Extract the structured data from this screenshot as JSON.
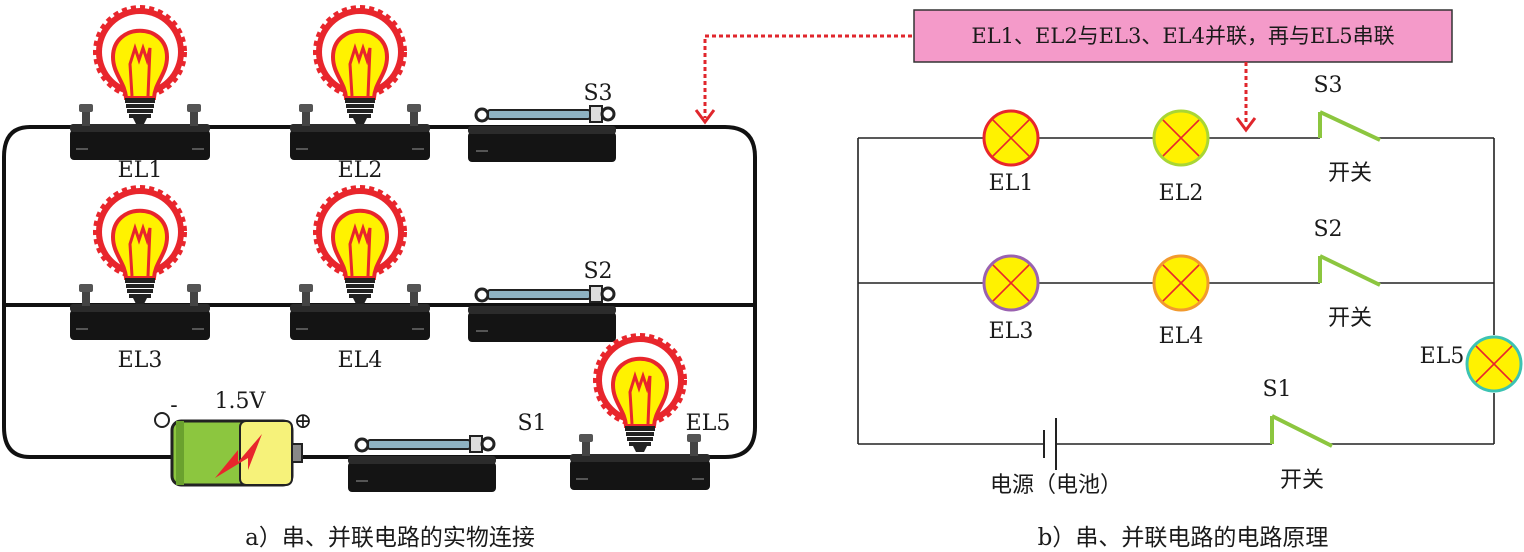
{
  "note_text": "EL1、EL2与EL3、EL4并联，再与EL5串联",
  "left_panel": {
    "caption": "a）串、并联电路的实物连接",
    "battery_voltage": "1.5V",
    "battery_minus": "-",
    "battery_plus": "⊕",
    "bulb_labels": {
      "el1": "EL1",
      "el2": "EL2",
      "el3": "EL3",
      "el4": "EL4",
      "el5": "EL5"
    },
    "switch_labels": {
      "s1": "S1",
      "s2": "S2",
      "s3": "S3"
    }
  },
  "right_panel": {
    "caption": "b）串、并联电路的电路原理",
    "lamp_labels": {
      "el1": "EL1",
      "el2": "EL2",
      "el3": "EL3",
      "el4": "EL4",
      "el5": "EL5"
    },
    "switch_labels": {
      "s1": "S1",
      "s2": "S2",
      "s3": "S3"
    },
    "switch_text": "开关",
    "power_label": "电源（电池）"
  },
  "colors": {
    "lamp_el1": "#e8262c",
    "lamp_el2": "#a9d634",
    "lamp_el3": "#9a62b0",
    "lamp_el4": "#f29a2e",
    "lamp_el5": "#3cc3b2",
    "lamp_fill": "#fff200",
    "switch_green": "#8cc63f",
    "note_bg": "#f49ac9",
    "arrow_red": "#e0262c"
  }
}
